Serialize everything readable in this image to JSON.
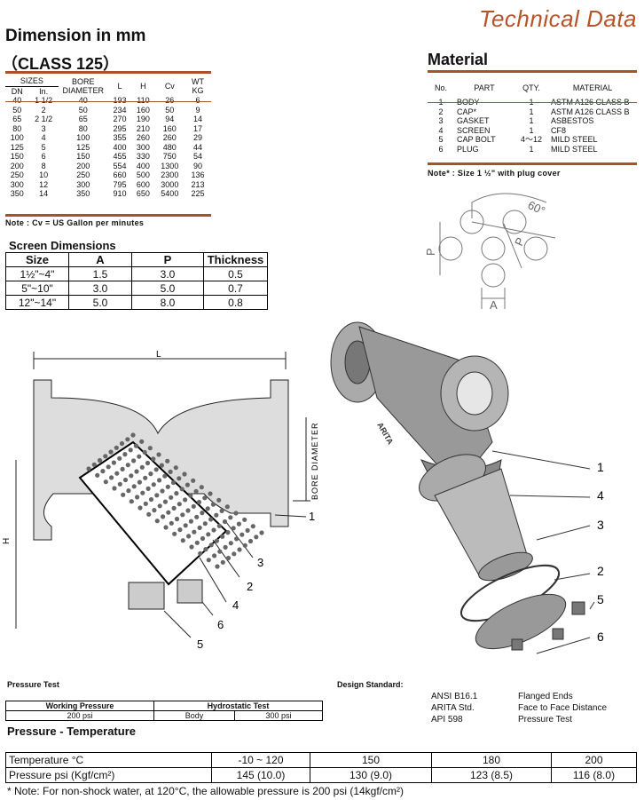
{
  "page_title": "Technical Data",
  "dimension": {
    "title": "Dimension in mm",
    "subtitle": "（CLASS 125）",
    "headers": {
      "sizes": "SIZES",
      "dn": "DN",
      "in": "In.",
      "bore": "BORE DIAMETER",
      "l": "L",
      "h": "H",
      "cv": "Cv",
      "wt": "WT KG"
    },
    "rows": [
      [
        "40",
        "1 1/2",
        "40",
        "193",
        "110",
        "26",
        "6"
      ],
      [
        "50",
        "2",
        "50",
        "234",
        "160",
        "50",
        "9"
      ],
      [
        "65",
        "2 1/2",
        "65",
        "270",
        "190",
        "94",
        "14"
      ],
      [
        "80",
        "3",
        "80",
        "295",
        "210",
        "160",
        "17"
      ],
      [
        "100",
        "4",
        "100",
        "355",
        "260",
        "260",
        "29"
      ],
      [
        "125",
        "5",
        "125",
        "400",
        "300",
        "480",
        "44"
      ],
      [
        "150",
        "6",
        "150",
        "455",
        "330",
        "750",
        "54"
      ],
      [
        "200",
        "8",
        "200",
        "554",
        "400",
        "1300",
        "90"
      ],
      [
        "250",
        "10",
        "250",
        "660",
        "500",
        "2300",
        "136"
      ],
      [
        "300",
        "12",
        "300",
        "795",
        "600",
        "3000",
        "213"
      ],
      [
        "350",
        "14",
        "350",
        "910",
        "650",
        "5400",
        "225"
      ]
    ],
    "note": "Note : Cv = US Gallon per minutes"
  },
  "material": {
    "title": "Material",
    "headers": {
      "no": "No.",
      "part": "PART",
      "qty": "QTY.",
      "material": "MATERIAL"
    },
    "rows": [
      [
        "1",
        "BODY",
        "1",
        "ASTM A126 CLASS B"
      ],
      [
        "2",
        "CAP*",
        "1",
        "ASTM A126 CLASS B"
      ],
      [
        "3",
        "GASKET",
        "1",
        "ASBESTOS"
      ],
      [
        "4",
        "SCREEN",
        "1",
        "CF8"
      ],
      [
        "5",
        "CAP BOLT",
        "4～12",
        "MILD STEEL"
      ],
      [
        "6",
        "PLUG",
        "1",
        "MILD STEEL"
      ]
    ],
    "note": "Note* : Size 1 ½\" with plug cover"
  },
  "screen": {
    "title": "Screen Dimensions",
    "headers": [
      "Size",
      "A",
      "P",
      "Thickness"
    ],
    "rows": [
      [
        "1½\"~4\"",
        "1.5",
        "3.0",
        "0.5"
      ],
      [
        "5\"~10\"",
        "3.0",
        "5.0",
        "0.7"
      ],
      [
        "12\"~14\"",
        "5.0",
        "8.0",
        "0.8"
      ]
    ]
  },
  "hole_diagram": {
    "angle": "60°",
    "p": "P",
    "a": "A"
  },
  "drawing_labels": {
    "l": "L",
    "h": "H",
    "bore": "BORE DIAMETER",
    "parts": [
      "1",
      "2",
      "3",
      "4",
      "5",
      "6"
    ],
    "brand": "ARITA"
  },
  "exploded_labels": [
    "1",
    "4",
    "3",
    "2",
    "5",
    "6"
  ],
  "pressure_test": {
    "title": "Pressure Test",
    "working_header": "Working Pressure",
    "hydro_header": "Hydrostatic Test",
    "working_value": "200 psi",
    "body_label": "Body",
    "body_value": "300 psi"
  },
  "design_standard": {
    "title": "Design Standard:",
    "items": [
      {
        "code": "ANSI B16.1",
        "desc": "Flanged Ends"
      },
      {
        "code": "ARITA Std.",
        "desc": "Face to Face Distance"
      },
      {
        "code": "API 598",
        "desc": "Pressure Test"
      }
    ]
  },
  "pressure_temperature": {
    "title": "Pressure - Temperature",
    "row1_label": "Temperature °C",
    "temps": [
      "-10 ~ 120",
      "150",
      "180",
      "200"
    ],
    "row2_label": "Pressure psi (Kgf/cm²)",
    "pressures": [
      "145 (10.0)",
      "130 (9.0)",
      "123 (8.5)",
      "116 (8.0)"
    ],
    "note": "* Note: For non-shock water, at 120°C, the allowable pressure is 200 psi (14kgf/cm²)"
  },
  "colors": {
    "accent": "#a8512b",
    "title_orange": "#b5532a"
  }
}
